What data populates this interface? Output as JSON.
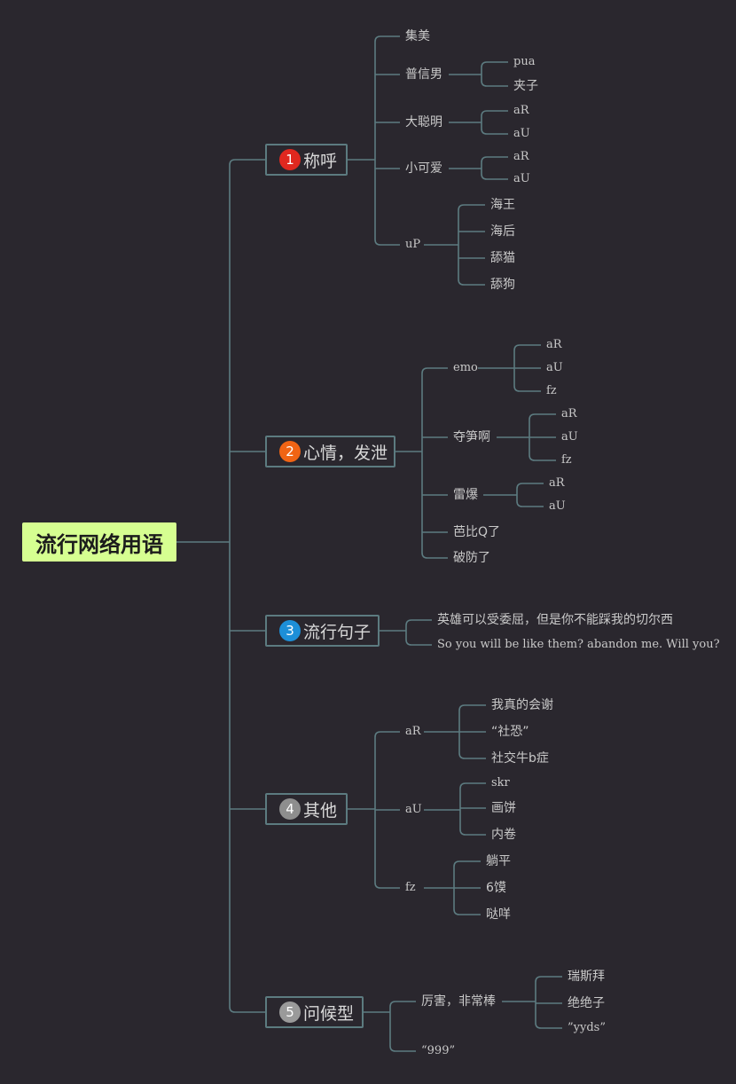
{
  "root": "流行网络用语",
  "colors": {
    "background": "#2a272e",
    "line": "#5c7b80",
    "root_fill": "#d6ff91",
    "text": "#c9c9c9"
  },
  "branches": [
    {
      "id": "b1",
      "number": "1",
      "label": "称呼",
      "badge_color": "#e0281f",
      "children": [
        {
          "label": "集美"
        },
        {
          "label": "普信男",
          "children": [
            {
              "label": "pua"
            },
            {
              "label": "夹子"
            }
          ]
        },
        {
          "label": "大聪明",
          "children": [
            {
              "label": "aR"
            },
            {
              "label": "aU"
            }
          ]
        },
        {
          "label": "小可爱",
          "children": [
            {
              "label": "aR"
            },
            {
              "label": "aU"
            }
          ]
        },
        {
          "label": "uP",
          "children": [
            {
              "label": "海王"
            },
            {
              "label": "海后"
            },
            {
              "label": "舔猫"
            },
            {
              "label": "舔狗"
            }
          ]
        }
      ]
    },
    {
      "id": "b2",
      "number": "2",
      "label": "心情，发泄",
      "badge_color": "#f06414",
      "children": [
        {
          "label": "emo",
          "children": [
            {
              "label": "aR"
            },
            {
              "label": "aU"
            },
            {
              "label": "fz"
            }
          ]
        },
        {
          "label": "夺笋啊",
          "children": [
            {
              "label": "aR"
            },
            {
              "label": "aU"
            },
            {
              "label": "fz"
            }
          ]
        },
        {
          "label": "雷爆",
          "children": [
            {
              "label": "aR"
            },
            {
              "label": "aU"
            }
          ]
        },
        {
          "label": "芭比Q了"
        },
        {
          "label": "破防了"
        }
      ]
    },
    {
      "id": "b3",
      "number": "3",
      "label": "流行句子",
      "badge_color": "#1d8fd8",
      "children": [
        {
          "label": "英雄可以受委屈，但是你不能踩我的切尔西"
        },
        {
          "label": "So you will be like them? abandon me. Will you?"
        }
      ]
    },
    {
      "id": "b4",
      "number": "4",
      "label": "其他",
      "badge_color": "#8e8e8e",
      "children": [
        {
          "label": "aR",
          "children": [
            {
              "label": "我真的会谢"
            },
            {
              "label": "“社恐”"
            },
            {
              "label": "社交牛b症"
            }
          ]
        },
        {
          "label": "aU",
          "children": [
            {
              "label": "skr"
            },
            {
              "label": "画饼"
            },
            {
              "label": "内卷"
            }
          ]
        },
        {
          "label": "fz",
          "children": [
            {
              "label": "躺平"
            },
            {
              "label": "6馍"
            },
            {
              "label": "哒咩"
            }
          ]
        }
      ]
    },
    {
      "id": "b5",
      "number": "5",
      "label": "问候型",
      "badge_color": "#9a9a9a",
      "children": [
        {
          "label": "厉害，非常棒",
          "children": [
            {
              "label": "瑞斯拜"
            },
            {
              "label": "绝绝子"
            },
            {
              "label": "”yyds”"
            }
          ]
        },
        {
          "label": "“999”"
        }
      ]
    }
  ]
}
